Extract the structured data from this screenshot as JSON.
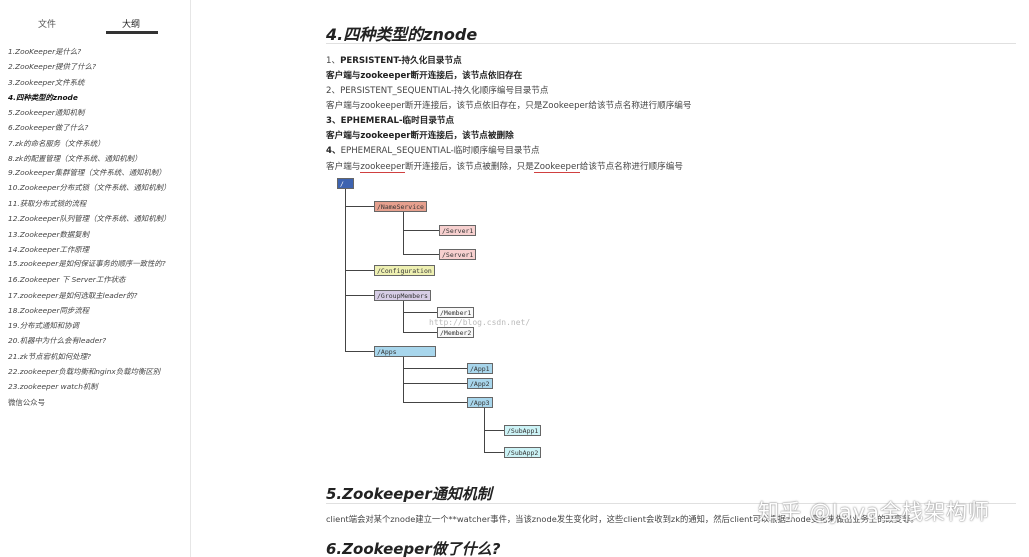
{
  "sidebar": {
    "tab_file": "文件",
    "tab_outline": "大纲",
    "items": [
      "1.ZooKeeper是什么?",
      "2.ZooKeeper提供了什么?",
      "3.Zookeeper文件系统",
      "4.四种类型的znode",
      "5.Zookeeper通知机制",
      "6.Zookeeper做了什么?",
      "7.zk的命名服务（文件系统）",
      "8.zk的配置管理（文件系统、通知机制）",
      "9.Zookeeper集群管理（文件系统、通知机制）",
      "10.Zookeeper分布式锁（文件系统、通知机制）",
      "11.获取分布式锁的流程",
      "12.Zookeeper队列管理（文件系统、通知机制）",
      "13.Zookeeper数据复制",
      "14.Zookeeper工作原理",
      "15.zookeeper是如何保证事务的顺序一致性的?",
      "16.Zookeeper 下 Server工作状态",
      "17.zookeeper是如何选取主leader的?",
      "18.Zookeeper同步流程",
      "19.分布式通知和协调",
      "20.机器中为什么会有leader?",
      "21.zk节点宕机如何处理?",
      "22.zookeeper负载均衡和nginx负载均衡区别",
      "23.zookeeper watch机制",
      "微信公众号"
    ]
  },
  "content": {
    "heading_4": "4.四种类型的znode",
    "line1_num": "1、",
    "line1_title": "PERSISTENT-持久化目录节点",
    "line2": "客户端与zookeeper断开连接后，该节点依旧存在",
    "line3_num": "2、",
    "line3_title": "PERSISTENT_SEQUENTIAL-持久化顺序编号目录节点",
    "line4": "客户端与zookeeper断开连接后，该节点依旧存在，只是Zookeeper给该节点名称进行顺序编号",
    "line5_num": "3、",
    "line5_title": "EPHEMERAL-临时目录节点",
    "line6": "客户端与zookeeper断开连接后，该节点被删除",
    "line7_num": "4、",
    "line7_title": "EPHEMERAL_SEQUENTIAL-临时顺序编号目录节点",
    "line8_a": "客户端与",
    "line8_b": "zookeeper",
    "line8_c": "断开连接后，该节点被删除，只是",
    "line8_d": "Zookeeper",
    "line8_e": "给该节点名称进行顺序编号",
    "heading_5": "5.Zookeeper通知机制",
    "para5": "client端会对某个znode建立一个**watcher事件，当该znode发生变化时，这些client会收到zk的通知，然后client可以根据znode变化来做出业务上的改变等。",
    "heading_6": "6.Zookeeper做了什么?"
  },
  "tree": {
    "root": "/",
    "name_service": "/NameService",
    "server1a": "/Server1",
    "server1b": "/Server1",
    "configuration": "/Configuration",
    "group_members": "/GroupMembers",
    "member1": "/Member1",
    "member2": "/Member2",
    "apps": "/Apps",
    "app1": "/App1",
    "app2": "/App2",
    "app3": "/App3",
    "subapp1": "/SubApp1",
    "subapp2": "/SubApp2"
  },
  "watermarks": {
    "blog": "http://blog.csdn.net/",
    "zhihu": "知乎 @Java全栈架构师"
  }
}
